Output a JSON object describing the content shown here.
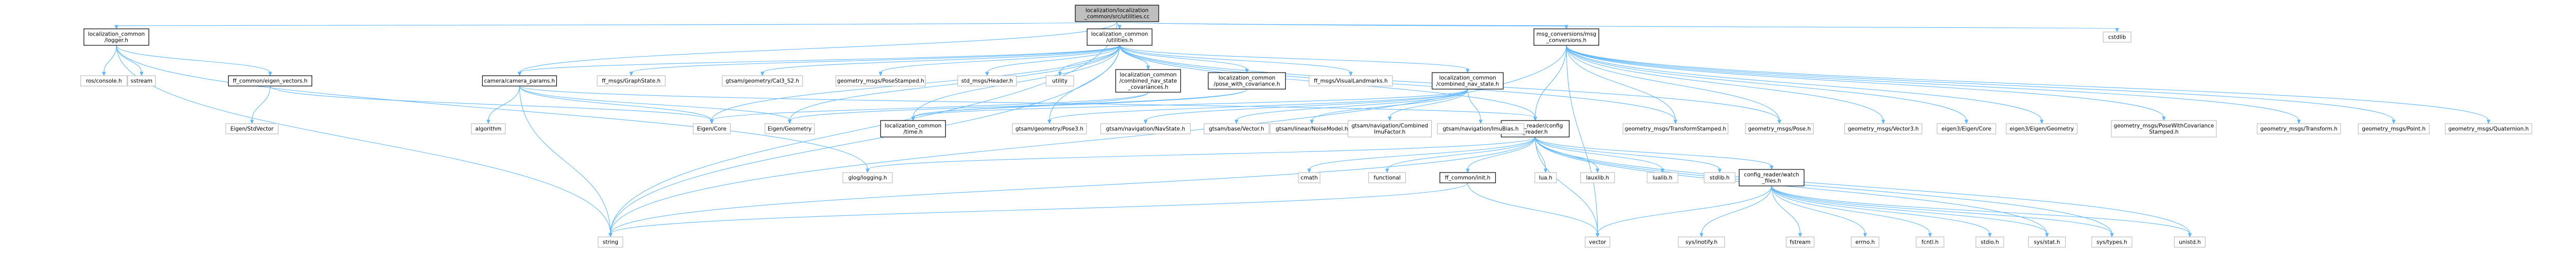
{
  "graph": {
    "edge_color": "#63b8ff",
    "root_fill": "#bfbfbf",
    "boxed_border": "#000000",
    "plain_border": "#bfbfbf",
    "nodes": [
      {
        "id": "root",
        "lines": [
          "localization/localization",
          "_common/src/utilities.cc"
        ],
        "style": "root"
      },
      {
        "id": "logger",
        "lines": [
          "localization_common",
          "/logger.h"
        ],
        "style": "boxed"
      },
      {
        "id": "utilities",
        "lines": [
          "localization_common",
          "/utilities.h"
        ],
        "style": "boxed"
      },
      {
        "id": "msgconv",
        "lines": [
          "msg_conversions/msg",
          "_conversions.h"
        ],
        "style": "boxed"
      },
      {
        "id": "cstdlib",
        "lines": [
          "cstdlib"
        ],
        "style": "plain"
      },
      {
        "id": "ros_console",
        "lines": [
          "ros/console.h"
        ],
        "style": "plain"
      },
      {
        "id": "sstream",
        "lines": [
          "sstream"
        ],
        "style": "plain"
      },
      {
        "id": "eigen_vectors",
        "lines": [
          "ff_common/eigen_vectors.h"
        ],
        "style": "boxed"
      },
      {
        "id": "camera_params",
        "lines": [
          "camera/camera_params.h"
        ],
        "style": "boxed"
      },
      {
        "id": "trapstate",
        "lines": [
          "ff_msgs/GraphState.h"
        ],
        "style": "plain"
      },
      {
        "id": "cal3",
        "lines": [
          "gtsam/geometry/Cal3_S2.h"
        ],
        "style": "plain"
      },
      {
        "id": "posestamped",
        "lines": [
          "geometry_msgs/PoseStamped.h"
        ],
        "style": "plain"
      },
      {
        "id": "header",
        "lines": [
          "std_msgs/Header.h"
        ],
        "style": "plain"
      },
      {
        "id": "utility",
        "lines": [
          "utility"
        ],
        "style": "plain"
      },
      {
        "id": "combined_nav_cov",
        "lines": [
          "localization_common",
          "/combined_nav_state",
          "_covariances.h"
        ],
        "style": "boxed"
      },
      {
        "id": "pose_with_cov",
        "lines": [
          "localization_common",
          "/pose_with_covariance.h"
        ],
        "style": "boxed"
      },
      {
        "id": "visual_landmarks",
        "lines": [
          "ff_msgs/VisualLandmarks.h"
        ],
        "style": "plain"
      },
      {
        "id": "combined_nav",
        "lines": [
          "localization_common",
          "/combined_nav_state.h"
        ],
        "style": "boxed"
      },
      {
        "id": "config_reader",
        "lines": [
          "config_reader/config",
          "_reader.h"
        ],
        "style": "boxed"
      },
      {
        "id": "stdvector",
        "lines": [
          "Eigen/StdVector"
        ],
        "style": "plain"
      },
      {
        "id": "algorithm",
        "lines": [
          "algorithm"
        ],
        "style": "plain"
      },
      {
        "id": "eigen_core",
        "lines": [
          "Eigen/Core"
        ],
        "style": "plain"
      },
      {
        "id": "eigen_geometry",
        "lines": [
          "Eigen/Geometry"
        ],
        "style": "plain"
      },
      {
        "id": "time",
        "lines": [
          "localization_common",
          "/time.h"
        ],
        "style": "boxed"
      },
      {
        "id": "pose3",
        "lines": [
          "gtsam/geometry/Pose3.h"
        ],
        "style": "plain"
      },
      {
        "id": "navstate",
        "lines": [
          "gtsam/navigation/NavState.h"
        ],
        "style": "plain"
      },
      {
        "id": "vector",
        "lines": [
          "gtsam/base/Vector.h"
        ],
        "style": "plain"
      },
      {
        "id": "noisemodel",
        "lines": [
          "gtsam/linear/NoiseModel.h"
        ],
        "style": "plain"
      },
      {
        "id": "combined_imu",
        "lines": [
          "gtsam/navigation/Combined",
          "ImuFactor.h"
        ],
        "style": "plain"
      },
      {
        "id": "imubias",
        "lines": [
          "gtsam/navigation/ImuBias.h"
        ],
        "style": "plain"
      },
      {
        "id": "transformstamped",
        "lines": [
          "geometry_msgs/TransformStamped.h"
        ],
        "style": "plain"
      },
      {
        "id": "gm_pose",
        "lines": [
          "geometry_msgs/Pose.h"
        ],
        "style": "plain"
      },
      {
        "id": "gm_vector3",
        "lines": [
          "geometry_msgs/Vector3.h"
        ],
        "style": "plain"
      },
      {
        "id": "eigen_eigen_core",
        "lines": [
          "eigen3/Eigen/Core"
        ],
        "style": "plain"
      },
      {
        "id": "eigen_eigen_geometry",
        "lines": [
          "eigen3/Eigen/Geometry"
        ],
        "style": "plain"
      },
      {
        "id": "pose_cov_stamped",
        "lines": [
          "geometry_msgs/PoseWithCovariance",
          "Stamped.h"
        ],
        "style": "plain"
      },
      {
        "id": "gm_transform",
        "lines": [
          "geometry_msgs/Transform.h"
        ],
        "style": "plain"
      },
      {
        "id": "gm_point",
        "lines": [
          "geometry_msgs/Point.h"
        ],
        "style": "plain"
      },
      {
        "id": "gm_quaternion",
        "lines": [
          "geometry_msgs/Quaternion.h"
        ],
        "style": "plain"
      },
      {
        "id": "glog",
        "lines": [
          "glog/logging.h"
        ],
        "style": "plain"
      },
      {
        "id": "cmath",
        "lines": [
          "cmath"
        ],
        "style": "plain"
      },
      {
        "id": "functional",
        "lines": [
          "functional"
        ],
        "style": "plain"
      },
      {
        "id": "ff_init",
        "lines": [
          "ff_common/init.h"
        ],
        "style": "boxed"
      },
      {
        "id": "lua",
        "lines": [
          "lua.h"
        ],
        "style": "plain"
      },
      {
        "id": "lauxlib",
        "lines": [
          "lauxlib.h"
        ],
        "style": "plain"
      },
      {
        "id": "lualib",
        "lines": [
          "lualib.h"
        ],
        "style": "plain"
      },
      {
        "id": "stdlib",
        "lines": [
          "stdlib.h"
        ],
        "style": "plain"
      },
      {
        "id": "watch_files",
        "lines": [
          "config_reader/watch",
          "_files.h"
        ],
        "style": "boxed"
      },
      {
        "id": "string",
        "lines": [
          "string"
        ],
        "style": "plain"
      },
      {
        "id": "std_vector",
        "lines": [
          "vector"
        ],
        "style": "plain"
      },
      {
        "id": "inotify",
        "lines": [
          "sys/inotify.h"
        ],
        "style": "plain"
      },
      {
        "id": "fstream",
        "lines": [
          "fstream"
        ],
        "style": "plain"
      },
      {
        "id": "errno",
        "lines": [
          "errno.h"
        ],
        "style": "plain"
      },
      {
        "id": "fcntl",
        "lines": [
          "fcntl.h"
        ],
        "style": "plain"
      },
      {
        "id": "stdio",
        "lines": [
          "stdio.h"
        ],
        "style": "plain"
      },
      {
        "id": "sysstat",
        "lines": [
          "sys/stat.h"
        ],
        "style": "plain"
      },
      {
        "id": "systypes",
        "lines": [
          "sys/types.h"
        ],
        "style": "plain"
      },
      {
        "id": "unistd",
        "lines": [
          "unistd.h"
        ],
        "style": "plain"
      }
    ],
    "edges": [
      [
        "root",
        "logger"
      ],
      [
        "root",
        "utilities"
      ],
      [
        "root",
        "msgconv"
      ],
      [
        "root",
        "cstdlib"
      ],
      [
        "root",
        "string"
      ],
      [
        "root",
        "camera_params"
      ],
      [
        "logger",
        "ros_console"
      ],
      [
        "logger",
        "sstream"
      ],
      [
        "logger",
        "eigen_vectors"
      ],
      [
        "logger",
        "string"
      ],
      [
        "logger",
        "glog"
      ],
      [
        "eigen_vectors",
        "stdvector"
      ],
      [
        "eigen_vectors",
        "eigen_core"
      ],
      [
        "utilities",
        "camera_params"
      ],
      [
        "utilities",
        "trapstate"
      ],
      [
        "utilities",
        "cal3"
      ],
      [
        "utilities",
        "posestamped"
      ],
      [
        "utilities",
        "header"
      ],
      [
        "utilities",
        "utility"
      ],
      [
        "utilities",
        "combined_nav_cov"
      ],
      [
        "utilities",
        "pose_with_cov"
      ],
      [
        "utilities",
        "visual_landmarks"
      ],
      [
        "utilities",
        "combined_nav"
      ],
      [
        "utilities",
        "config_reader"
      ],
      [
        "utilities",
        "eigen_core"
      ],
      [
        "utilities",
        "eigen_geometry"
      ],
      [
        "utilities",
        "time"
      ],
      [
        "utilities",
        "pose3"
      ],
      [
        "utilities",
        "transformstamped"
      ],
      [
        "utilities",
        "gm_pose"
      ],
      [
        "utilities",
        "string"
      ],
      [
        "camera_params",
        "algorithm"
      ],
      [
        "camera_params",
        "eigen_core"
      ],
      [
        "camera_params",
        "eigen_geometry"
      ],
      [
        "camera_params",
        "string"
      ],
      [
        "camera_params",
        "config_reader"
      ],
      [
        "combined_nav_cov",
        "eigen_core"
      ],
      [
        "combined_nav_cov",
        "time"
      ],
      [
        "pose_with_cov",
        "eigen_geometry"
      ],
      [
        "pose_with_cov",
        "time"
      ],
      [
        "combined_nav",
        "time"
      ],
      [
        "combined_nav",
        "pose3"
      ],
      [
        "combined_nav",
        "navstate"
      ],
      [
        "combined_nav",
        "vector"
      ],
      [
        "combined_nav",
        "noisemodel"
      ],
      [
        "combined_nav",
        "combined_imu"
      ],
      [
        "combined_nav",
        "imubias"
      ],
      [
        "msgconv",
        "transformstamped"
      ],
      [
        "msgconv",
        "gm_pose"
      ],
      [
        "msgconv",
        "gm_vector3"
      ],
      [
        "msgconv",
        "eigen_eigen_core"
      ],
      [
        "msgconv",
        "eigen_eigen_geometry"
      ],
      [
        "msgconv",
        "pose_cov_stamped"
      ],
      [
        "msgconv",
        "gm_transform"
      ],
      [
        "msgconv",
        "gm_point"
      ],
      [
        "msgconv",
        "gm_quaternion"
      ],
      [
        "msgconv",
        "config_reader"
      ],
      [
        "msgconv",
        "std_vector"
      ],
      [
        "msgconv",
        "string"
      ],
      [
        "config_reader",
        "glog"
      ],
      [
        "config_reader",
        "cmath"
      ],
      [
        "config_reader",
        "functional"
      ],
      [
        "config_reader",
        "ff_init"
      ],
      [
        "config_reader",
        "lua"
      ],
      [
        "config_reader",
        "lauxlib"
      ],
      [
        "config_reader",
        "lualib"
      ],
      [
        "config_reader",
        "stdlib"
      ],
      [
        "config_reader",
        "watch_files"
      ],
      [
        "config_reader",
        "string"
      ],
      [
        "config_reader",
        "std_vector"
      ],
      [
        "config_reader",
        "sysstat"
      ],
      [
        "config_reader",
        "systypes"
      ],
      [
        "config_reader",
        "unistd"
      ],
      [
        "ff_init",
        "string"
      ],
      [
        "ff_init",
        "std_vector"
      ],
      [
        "watch_files",
        "std_vector"
      ],
      [
        "watch_files",
        "inotify"
      ],
      [
        "watch_files",
        "fstream"
      ],
      [
        "watch_files",
        "errno"
      ],
      [
        "watch_files",
        "fcntl"
      ],
      [
        "watch_files",
        "stdio"
      ],
      [
        "watch_files",
        "sysstat"
      ],
      [
        "watch_files",
        "systypes"
      ],
      [
        "watch_files",
        "unistd"
      ]
    ]
  }
}
